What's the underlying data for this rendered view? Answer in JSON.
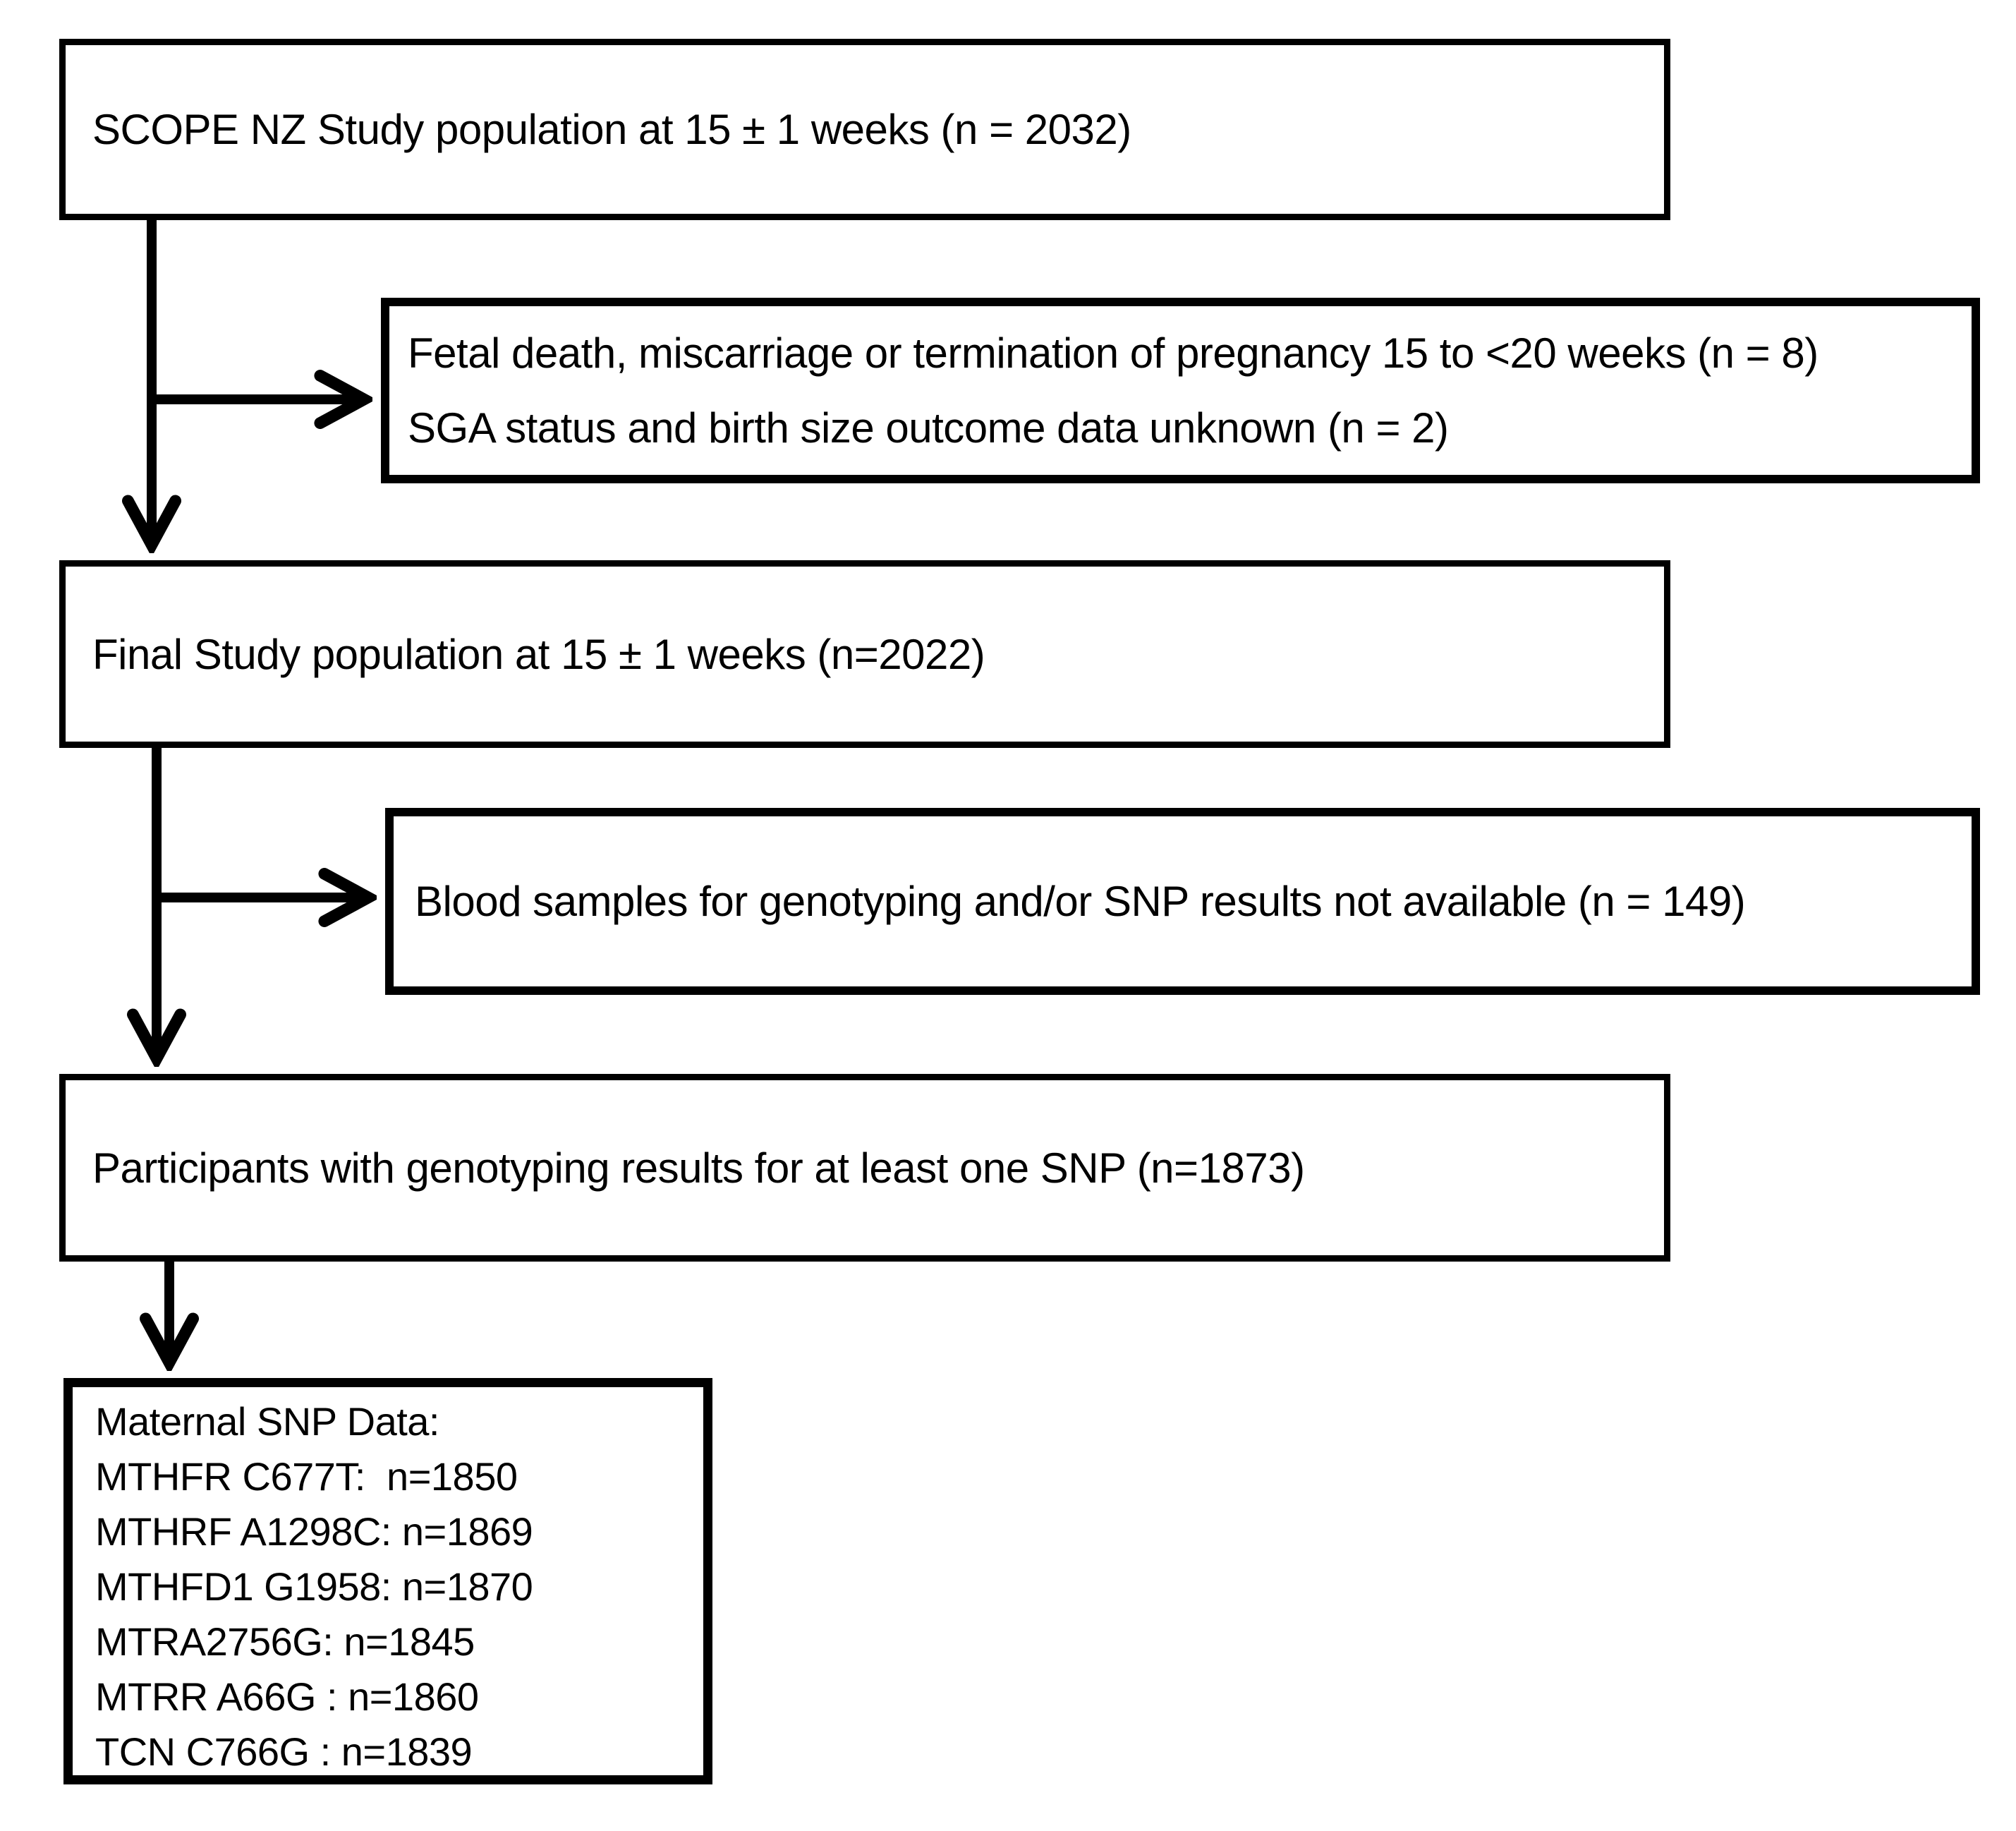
{
  "colors": {
    "ink": "#000000",
    "background": "#ffffff"
  },
  "flowchart": {
    "nodes": [
      {
        "id": "study-population",
        "text": "SCOPE NZ Study population at 15 ± 1 weeks (n = 2032)"
      },
      {
        "id": "excluded-fetal-death",
        "lines": [
          "Fetal death, miscarriage or termination of pregnancy 15 to <20 weeks (n = 8)",
          "SGA status and birth size outcome data unknown (n = 2)"
        ]
      },
      {
        "id": "final-population",
        "text": "Final Study population at 15 ± 1 weeks (n=2022)"
      },
      {
        "id": "excluded-no-genotyping",
        "text": "Blood samples for genotyping and/or SNP results not available (n = 149)"
      },
      {
        "id": "genotyped-participants",
        "text": "Participants with genotyping results for at least one SNP (n=1873)"
      },
      {
        "id": "maternal-snp-data",
        "lines": [
          "Maternal SNP Data:",
          "MTHFR C677T:  n=1850",
          "MTHRF A1298C: n=1869",
          "MTHFD1 G1958: n=1870",
          "MTRA2756G: n=1845",
          "MTRR A66G : n=1860",
          "TCN C766G : n=1839"
        ]
      }
    ]
  }
}
